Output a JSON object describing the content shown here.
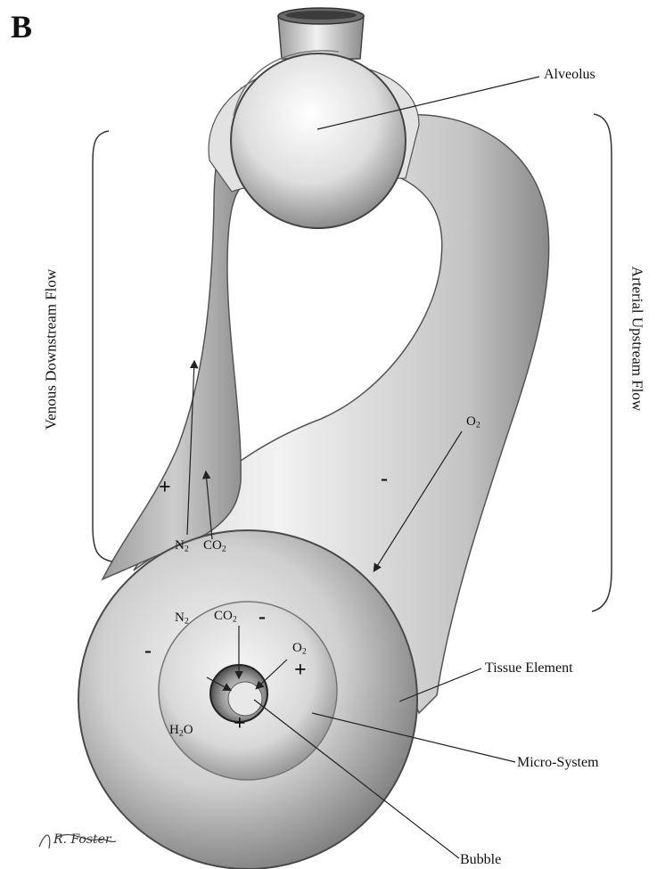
{
  "panel_label": "B",
  "labels": {
    "alveolus": "Alveolus",
    "venous_flow": "Venous Downstream Flow",
    "arterial_flow": "Arterial Upstream Flow",
    "tissue_element": "Tissue Element",
    "micro_system": "Micro-System",
    "bubble": "Bubble"
  },
  "gases": {
    "o2_artery": {
      "base": "O",
      "sub": "2"
    },
    "n2_vein": {
      "base": "N",
      "sub": "2"
    },
    "co2_vein": {
      "base": "CO",
      "sub": "2"
    },
    "n2_inner": {
      "base": "N",
      "sub": "2"
    },
    "co2_inner": {
      "base": "CO",
      "sub": "2"
    },
    "o2_inner": {
      "base": "O",
      "sub": "2"
    },
    "h2o_inner": {
      "pre": "H",
      "sub": "2",
      "post": "O"
    }
  },
  "signs": {
    "vein_plus": "+",
    "artery_minus": "-",
    "tissue_left_minus": "-",
    "inner_minus": "-",
    "inner_plus_right": "+",
    "inner_plus_bottom": "+"
  },
  "signature": "R. Foster",
  "colors": {
    "ink": "#111111",
    "shade_dark": "#6e6e6e",
    "shade_light": "#f4f4f4"
  }
}
